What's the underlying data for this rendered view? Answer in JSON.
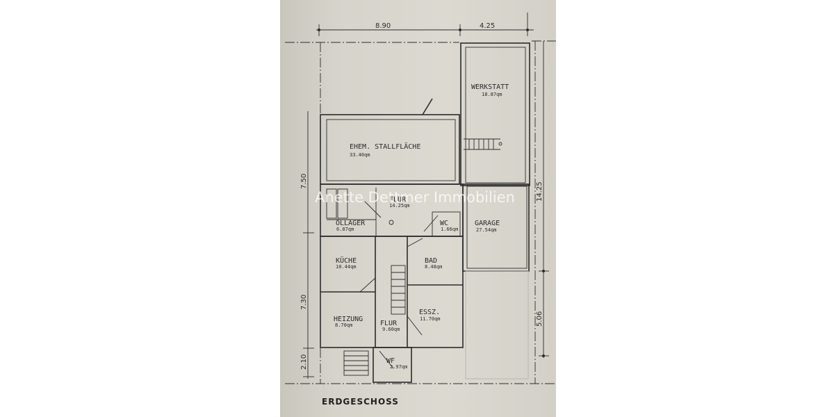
{
  "plan": {
    "title": "ERDGESCHOSS",
    "watermark": "Anette Dettmer Immobilien",
    "dimensions": {
      "top_left": "8.90",
      "top_right": "4.25",
      "left_upper": "7.50",
      "left_middle": "7.30",
      "left_lower": "2.10",
      "right_upper": "14.25",
      "right_lower": "5.06"
    },
    "rooms": [
      {
        "name": "WERKSTATT",
        "area": "18.87qm"
      },
      {
        "name": "EHEM. STALLFLÄCHE",
        "area": "33.40qm"
      },
      {
        "name": "FLUR",
        "area": "14.25qm"
      },
      {
        "name": "ÖLLAGER",
        "area": "6.87qm"
      },
      {
        "name": "WC",
        "area": "1.66qm"
      },
      {
        "name": "GARAGE",
        "area": "27.54qm"
      },
      {
        "name": "KÜCHE",
        "area": "10.44qm"
      },
      {
        "name": "BAD",
        "area": "8.48qm"
      },
      {
        "name": "HEIZUNG",
        "area": "8.70qm"
      },
      {
        "name": "FLUR",
        "area": "9.60qm"
      },
      {
        "name": "ESSZ.",
        "area": "11.70qm"
      },
      {
        "name": "WF",
        "area": "2.97qm"
      }
    ]
  }
}
